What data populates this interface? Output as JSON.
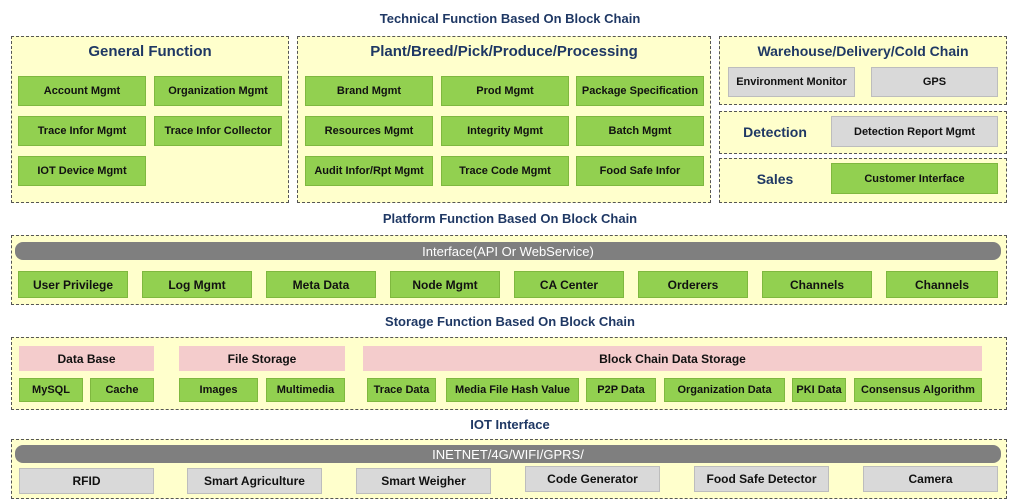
{
  "titles": {
    "technical": "Technical Function Based On Block Chain",
    "platform": "Platform Function Based On Block Chain",
    "storage": "Storage Function Based On Block Chain",
    "iot": "IOT Interface"
  },
  "general": {
    "title": "General Function",
    "items": [
      "Account Mgmt",
      "Organization Mgmt",
      "Trace Infor Mgmt",
      "Trace Infor Collector",
      "IOT Device Mgmt"
    ]
  },
  "plant": {
    "title": "Plant/Breed/Pick/Produce/Processing",
    "items": [
      "Brand Mgmt",
      "Prod Mgmt",
      "Package Specification",
      "Resources Mgmt",
      "Integrity Mgmt",
      "Batch Mgmt",
      "Audit Infor/Rpt Mgmt",
      "Trace Code Mgmt",
      "Food Safe Infor"
    ]
  },
  "warehouse": {
    "title": "Warehouse/Delivery/Cold Chain",
    "items": [
      "Environment Monitor",
      "GPS"
    ]
  },
  "detection": {
    "title": "Detection",
    "item": "Detection Report Mgmt"
  },
  "sales": {
    "title": "Sales",
    "item": "Customer Interface"
  },
  "platform": {
    "interface": "Interface(API Or WebService)",
    "items": [
      "User Privilege",
      "Log Mgmt",
      "Meta Data",
      "Node Mgmt",
      "CA Center",
      "Orderers",
      "Channels",
      "Channels"
    ]
  },
  "storage": {
    "database": {
      "title": "Data Base",
      "items": [
        "MySQL",
        "Cache"
      ]
    },
    "file": {
      "title": "File Storage",
      "items": [
        "Images",
        "Multimedia"
      ]
    },
    "chain": {
      "title": "Block Chain Data Storage",
      "items": [
        "Trace Data",
        "Media File Hash Value",
        "P2P Data",
        "Organization Data",
        "PKI Data",
        "Consensus Algorithm"
      ]
    }
  },
  "iot": {
    "bar": "INETNET/4G/WIFI/GPRS/",
    "items": [
      "RFID",
      "Smart Agriculture",
      "Smart Weigher",
      "Code Generator",
      "Food Safe Detector",
      "Camera"
    ]
  }
}
